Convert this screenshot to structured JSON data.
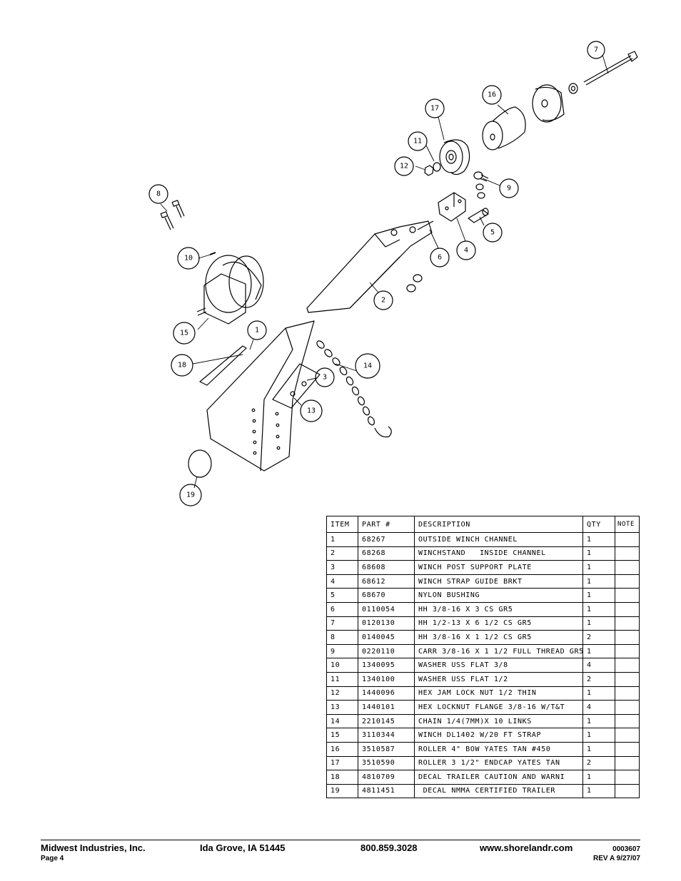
{
  "diagram": {
    "callouts": [
      "7",
      "16",
      "17",
      "11",
      "12",
      "9",
      "8",
      "5",
      "4",
      "6",
      "10",
      "2",
      "15",
      "1",
      "18",
      "14",
      "3",
      "13",
      "19"
    ]
  },
  "parts_table": {
    "headers": {
      "item": "ITEM",
      "part": "PART #",
      "description": "DESCRIPTION",
      "qty": "QTY",
      "note": "NOTE"
    },
    "rows": [
      {
        "item": "1",
        "part": "68267",
        "description": "OUTSIDE WINCH CHANNEL",
        "qty": "1",
        "note": ""
      },
      {
        "item": "2",
        "part": "68268",
        "description": "WINCHSTAND   INSIDE CHANNEL",
        "qty": "1",
        "note": ""
      },
      {
        "item": "3",
        "part": "68608",
        "description": "WINCH POST SUPPORT PLATE",
        "qty": "1",
        "note": ""
      },
      {
        "item": "4",
        "part": "68612",
        "description": "WINCH STRAP GUIDE BRKT",
        "qty": "1",
        "note": ""
      },
      {
        "item": "5",
        "part": "68670",
        "description": "NYLON BUSHING",
        "qty": "1",
        "note": ""
      },
      {
        "item": "6",
        "part": "0110054",
        "description": "HH 3/8-16 X 3 CS GR5",
        "qty": "1",
        "note": ""
      },
      {
        "item": "7",
        "part": "0120130",
        "description": "HH 1/2-13 X 6 1/2 CS GR5",
        "qty": "1",
        "note": ""
      },
      {
        "item": "8",
        "part": "0140045",
        "description": "HH 3/8-16 X 1 1/2 CS GR5",
        "qty": "2",
        "note": ""
      },
      {
        "item": "9",
        "part": "0220110",
        "description": "CARR 3/8-16 X 1 1/2 FULL THREAD GR5",
        "qty": "1",
        "note": ""
      },
      {
        "item": "10",
        "part": "1340095",
        "description": "WASHER USS FLAT 3/8",
        "qty": "4",
        "note": ""
      },
      {
        "item": "11",
        "part": "1340100",
        "description": "WASHER USS FLAT 1/2",
        "qty": "2",
        "note": ""
      },
      {
        "item": "12",
        "part": "1440096",
        "description": "HEX JAM LOCK NUT 1/2 THIN",
        "qty": "1",
        "note": ""
      },
      {
        "item": "13",
        "part": "1440101",
        "description": "HEX LOCKNUT FLANGE 3/8-16 W/T&T",
        "qty": "4",
        "note": ""
      },
      {
        "item": "14",
        "part": "2210145",
        "description": "CHAIN 1/4(7MM)X 10 LINKS",
        "qty": "1",
        "note": ""
      },
      {
        "item": "15",
        "part": "3110344",
        "description": "WINCH DL1402 W/20 FT STRAP",
        "qty": "1",
        "note": ""
      },
      {
        "item": "16",
        "part": "3510587",
        "description": "ROLLER 4\" BOW YATES TAN #450",
        "qty": "1",
        "note": ""
      },
      {
        "item": "17",
        "part": "3510590",
        "description": "ROLLER 3 1/2\" ENDCAP YATES TAN",
        "qty": "2",
        "note": ""
      },
      {
        "item": "18",
        "part": "4810709",
        "description": "DECAL TRAILER CAUTION AND WARNI",
        "qty": "1",
        "note": ""
      },
      {
        "item": "19",
        "part": "4811451",
        "description": " DECAL NMMA CERTIFIED TRAILER",
        "qty": "1",
        "note": ""
      }
    ]
  },
  "footer": {
    "company": "Midwest Industries, Inc.",
    "page": "Page 4",
    "location": "Ida Grove, IA  51445",
    "phone": "800.859.3028",
    "website": "www.shorelandr.com",
    "doc_number": "0003607",
    "revision": "REV A  9/27/07"
  }
}
